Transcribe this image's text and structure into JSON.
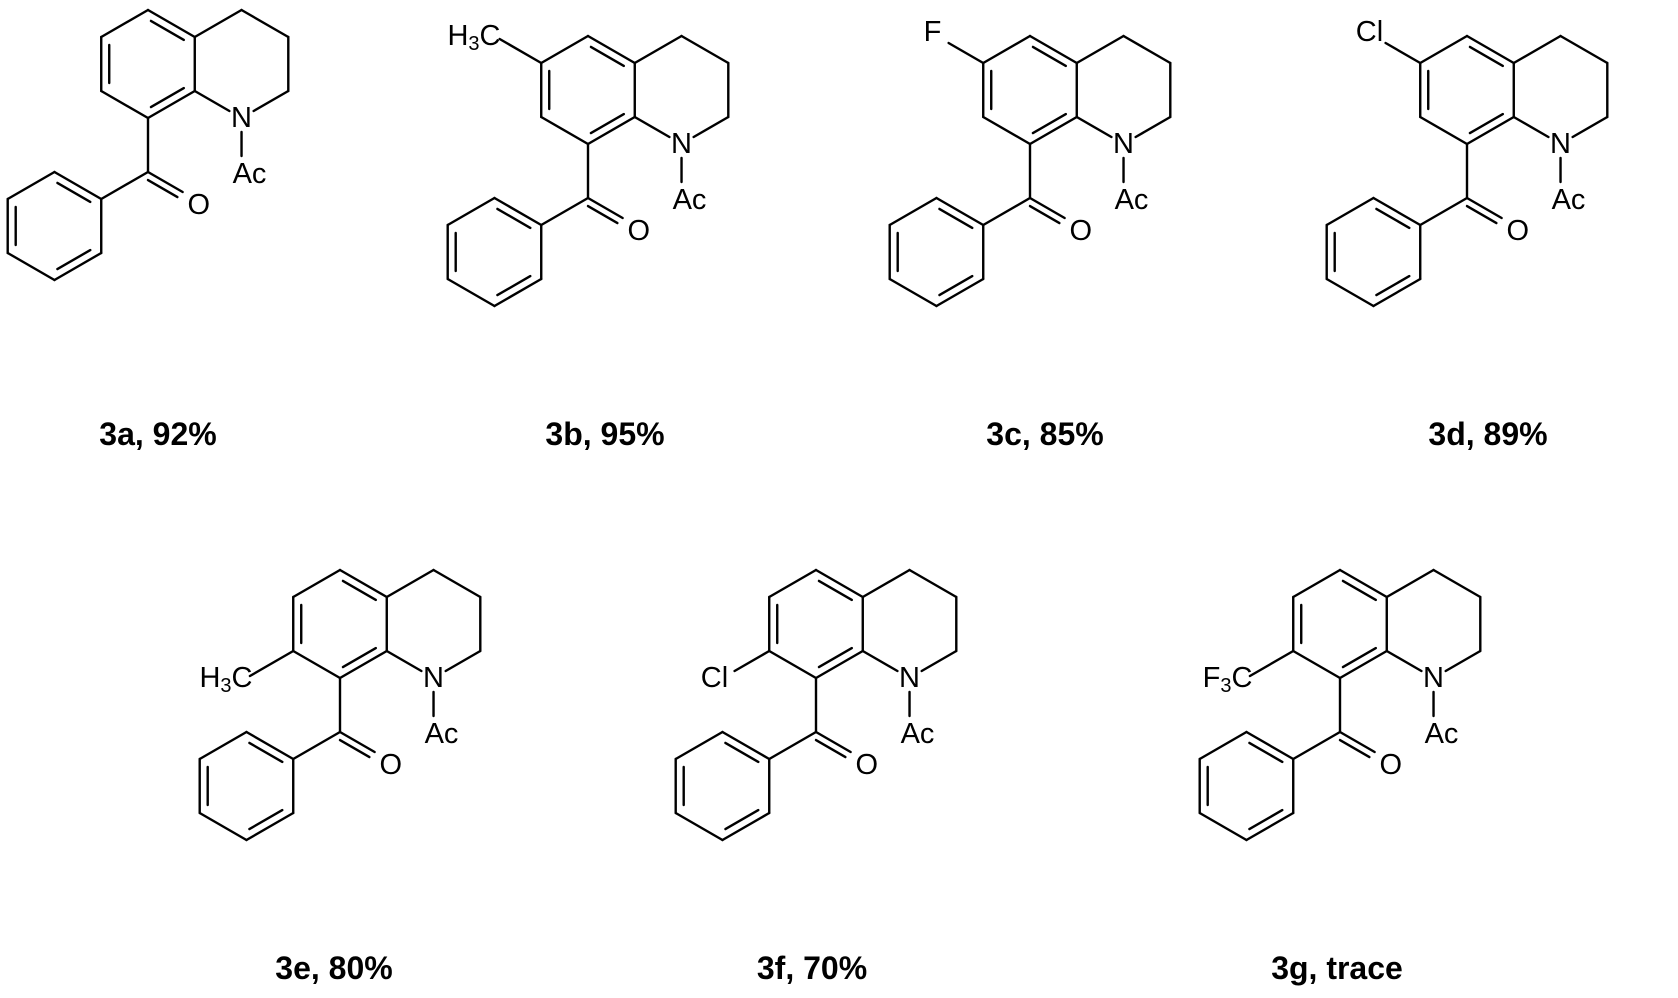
{
  "compounds": [
    {
      "id": "3a",
      "label": "3a, 92%",
      "ring_substituent": "",
      "substituent_position": "none"
    },
    {
      "id": "3b",
      "label": "3b, 95%",
      "ring_substituent": "H3C",
      "substituent_position": "6"
    },
    {
      "id": "3c",
      "label": "3c, 85%",
      "ring_substituent": "F",
      "substituent_position": "6"
    },
    {
      "id": "3d",
      "label": "3d, 89%",
      "ring_substituent": "Cl",
      "substituent_position": "6"
    },
    {
      "id": "3e",
      "label": "3e, 80%",
      "ring_substituent": "H3C",
      "substituent_position": "7"
    },
    {
      "id": "3f",
      "label": "3f, 70%",
      "ring_substituent": "Cl",
      "substituent_position": "7"
    },
    {
      "id": "3g",
      "label": "3g, trace",
      "ring_substituent": "F3C",
      "substituent_position": "7"
    }
  ],
  "atoms": {
    "nitrogen": "N",
    "acetyl": "Ac",
    "oxygen": "O"
  }
}
